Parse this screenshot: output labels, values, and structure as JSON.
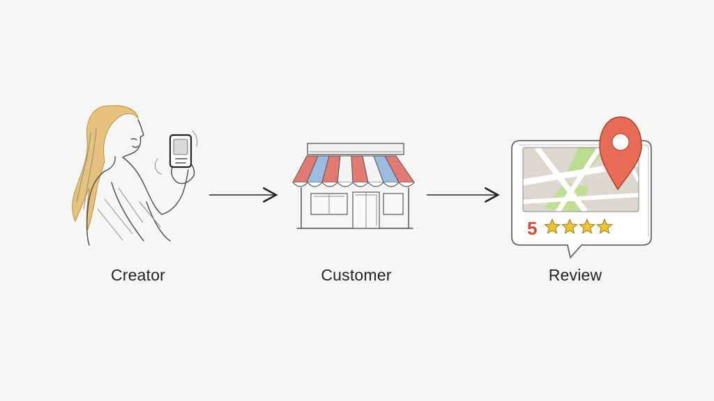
{
  "diagram": {
    "nodes": [
      {
        "id": "creator",
        "label": "Creator",
        "icon": "person-with-phone-icon"
      },
      {
        "id": "customer",
        "label": "Customer",
        "icon": "storefront-icon"
      },
      {
        "id": "review",
        "label": "Review",
        "icon": "map-review-icon"
      }
    ],
    "edges": [
      {
        "from": "creator",
        "to": "customer"
      },
      {
        "from": "customer",
        "to": "review"
      }
    ],
    "review_rating": {
      "value": "5",
      "stars": 4
    },
    "colors": {
      "hair": "#e3c07a",
      "awning_red": "#e0716a",
      "awning_blue": "#8fb4de",
      "map_green": "#b7dc8c",
      "pin_red": "#e46a55",
      "rating_red": "#d84a32",
      "star_yellow": "#f1c232"
    }
  }
}
